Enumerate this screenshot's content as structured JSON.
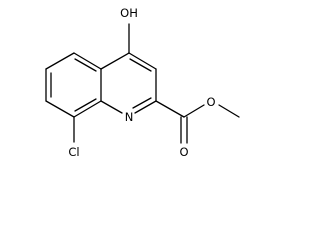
{
  "molecule": {
    "labels": {
      "hydroxyl": "OH",
      "chlorine": "Cl",
      "ring_nitrogen": "N",
      "carbonyl_oxygen": "O",
      "ester_oxygen": "O"
    }
  },
  "colors": {
    "bond": "#000000",
    "background": "#ffffff"
  }
}
